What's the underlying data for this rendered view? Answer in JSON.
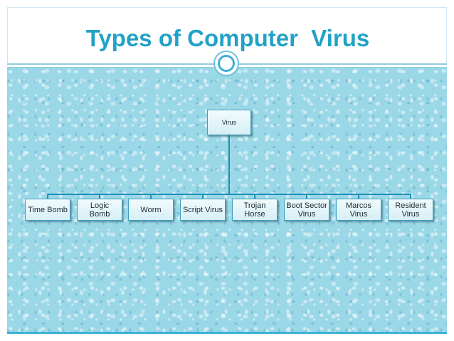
{
  "slide": {
    "title": "Types of Computer  Virus"
  },
  "diagram": {
    "root": {
      "label": "Virus"
    },
    "children": [
      {
        "label": "Time Bomb"
      },
      {
        "label": "Logic Bomb"
      },
      {
        "label": "Worm"
      },
      {
        "label": "Script Virus"
      },
      {
        "label": "Trojan Horse"
      },
      {
        "label": "Boot Sector Virus"
      },
      {
        "label": "Marcos Virus"
      },
      {
        "label": "Resident Virus"
      }
    ]
  },
  "colors": {
    "title": "#22a2c7",
    "connector": "#1e8fb5",
    "background_texture": "#9ad7e7",
    "node_border": "#3f9fbe"
  }
}
